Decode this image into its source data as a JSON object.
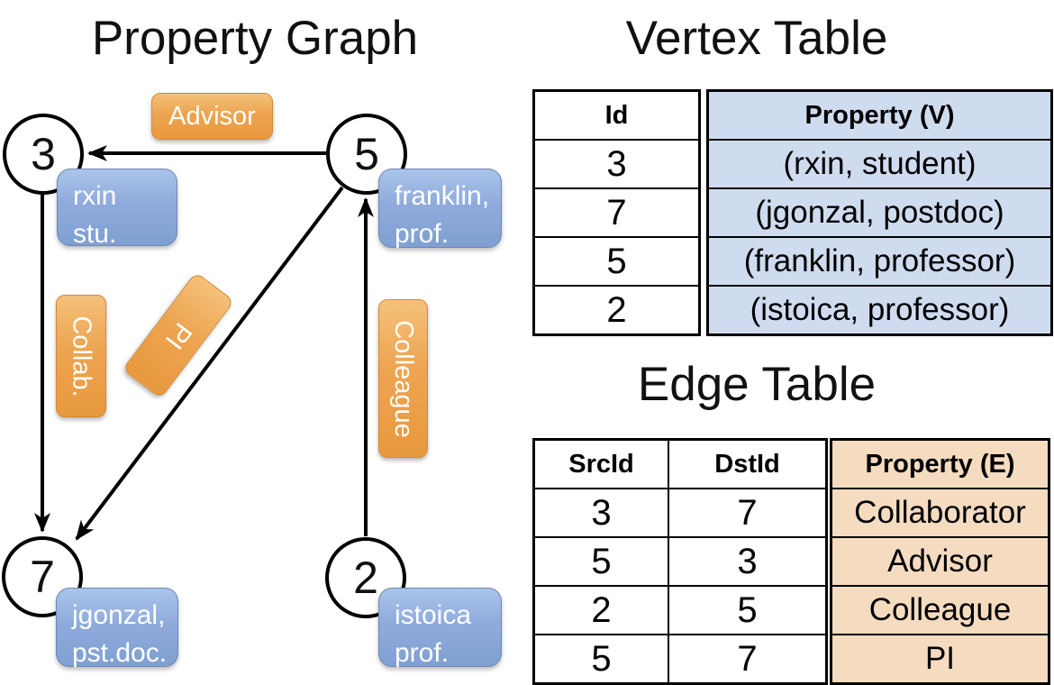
{
  "graph": {
    "title": "Property Graph",
    "nodes": [
      {
        "id": "3",
        "line1": "rxin",
        "line2": "stu."
      },
      {
        "id": "5",
        "line1": "franklin,",
        "line2": "prof."
      },
      {
        "id": "7",
        "line1": "jgonzal,",
        "line2": "pst.doc."
      },
      {
        "id": "2",
        "line1": "istoica",
        "line2": "prof."
      }
    ],
    "edge_labels": {
      "advisor": "Advisor",
      "collab": "Collab.",
      "pi": "PI",
      "colleague": "Colleague"
    }
  },
  "vertex_table": {
    "title": "Vertex Table",
    "headers": {
      "id": "Id",
      "property": "Property (V)"
    },
    "rows": [
      {
        "id": "3",
        "property": "(rxin, student)"
      },
      {
        "id": "7",
        "property": "(jgonzal, postdoc)"
      },
      {
        "id": "5",
        "property": "(franklin, professor)"
      },
      {
        "id": "2",
        "property": "(istoica, professor)"
      }
    ]
  },
  "edge_table": {
    "title": "Edge Table",
    "headers": {
      "src": "SrcId",
      "dst": "DstId",
      "property": "Property (E)"
    },
    "rows": [
      {
        "src": "3",
        "dst": "7",
        "property": "Collaborator"
      },
      {
        "src": "5",
        "dst": "3",
        "property": "Advisor"
      },
      {
        "src": "2",
        "dst": "5",
        "property": "Colleague"
      },
      {
        "src": "5",
        "dst": "7",
        "property": "PI"
      }
    ]
  },
  "colors": {
    "vertex_property_fill": "#cfdcef",
    "edge_property_fill": "#f5dcc0",
    "edge_label_orange": "#e8993e",
    "vertex_label_blue": "#8fabdc"
  }
}
